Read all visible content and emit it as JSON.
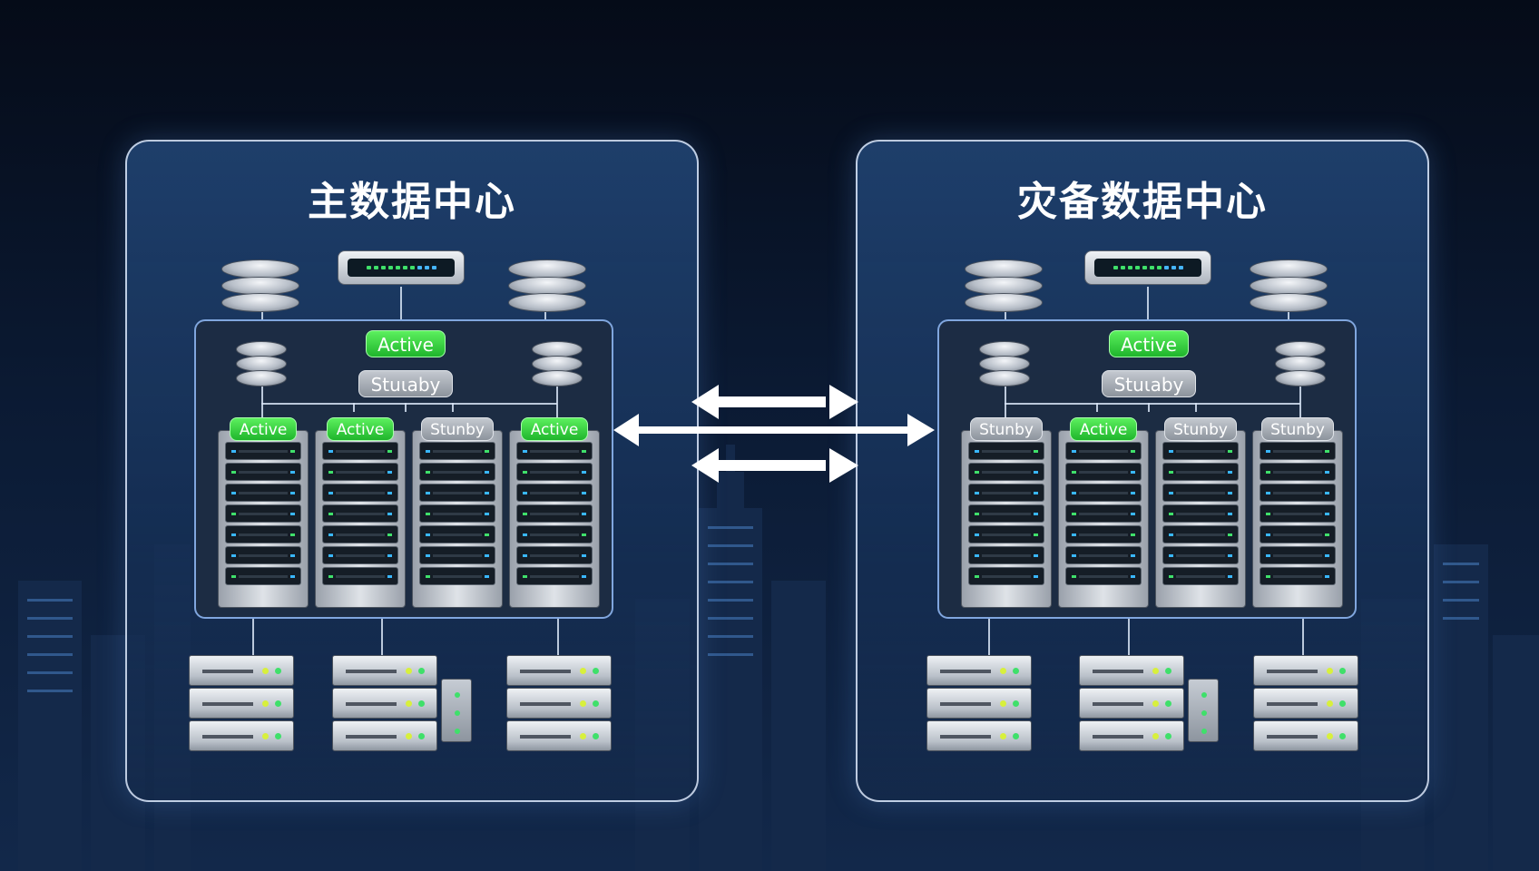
{
  "datacenters": [
    {
      "title": "主数据中心",
      "cluster": {
        "main_status": {
          "active": "Active",
          "standby": "Stuιaby"
        },
        "racks": [
          "Active",
          "Active",
          "Stunby",
          "Active"
        ]
      }
    },
    {
      "title": "灾备数据中心",
      "cluster": {
        "main_status": {
          "active": "Active",
          "standby": "Stuιaby"
        },
        "racks": [
          "Stunby",
          "Active",
          "Stunby",
          "Stunby"
        ]
      }
    }
  ],
  "colors": {
    "active": "#2ecc40",
    "standby": "#9aa1ab",
    "panel_border": "#dce8fa",
    "background": "#0b1a33"
  },
  "icons": [
    "database-icon",
    "network-switch-icon",
    "server-rack-icon",
    "server-icon",
    "bidirectional-arrow-icon"
  ]
}
